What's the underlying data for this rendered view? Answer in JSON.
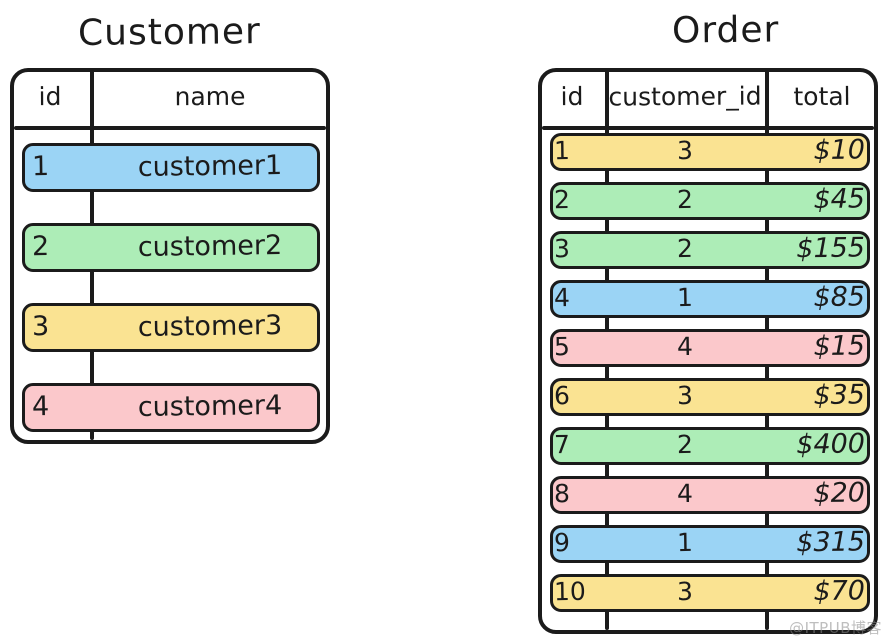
{
  "palette": {
    "ink": "#1b1b1b",
    "background": "#ffffff",
    "blue": "#9BD4F5",
    "green": "#ADEDB7",
    "yellow": "#FAE392",
    "pink": "#FBC8CB"
  },
  "watermark": "@ITPUB博客",
  "tables": [
    {
      "id": "customer",
      "title": "Customer",
      "columns": [
        "id",
        "name"
      ],
      "rows": [
        {
          "id": "1",
          "name": "customer1",
          "color": "blue"
        },
        {
          "id": "2",
          "name": "customer2",
          "color": "green"
        },
        {
          "id": "3",
          "name": "customer3",
          "color": "yellow"
        },
        {
          "id": "4",
          "name": "customer4",
          "color": "pink"
        }
      ]
    },
    {
      "id": "order",
      "title": "Order",
      "columns": [
        "id",
        "customer_id",
        "total"
      ],
      "rows": [
        {
          "id": "1",
          "customer_id": "3",
          "total": "$10",
          "color": "yellow"
        },
        {
          "id": "2",
          "customer_id": "2",
          "total": "$45",
          "color": "green"
        },
        {
          "id": "3",
          "customer_id": "2",
          "total": "$155",
          "color": "green"
        },
        {
          "id": "4",
          "customer_id": "1",
          "total": "$85",
          "color": "blue"
        },
        {
          "id": "5",
          "customer_id": "4",
          "total": "$15",
          "color": "pink"
        },
        {
          "id": "6",
          "customer_id": "3",
          "total": "$35",
          "color": "yellow"
        },
        {
          "id": "7",
          "customer_id": "2",
          "total": "$400",
          "color": "green"
        },
        {
          "id": "8",
          "customer_id": "4",
          "total": "$20",
          "color": "pink"
        },
        {
          "id": "9",
          "customer_id": "1",
          "total": "$315",
          "color": "blue"
        },
        {
          "id": "10",
          "customer_id": "3",
          "total": "$70",
          "color": "yellow"
        }
      ]
    }
  ]
}
